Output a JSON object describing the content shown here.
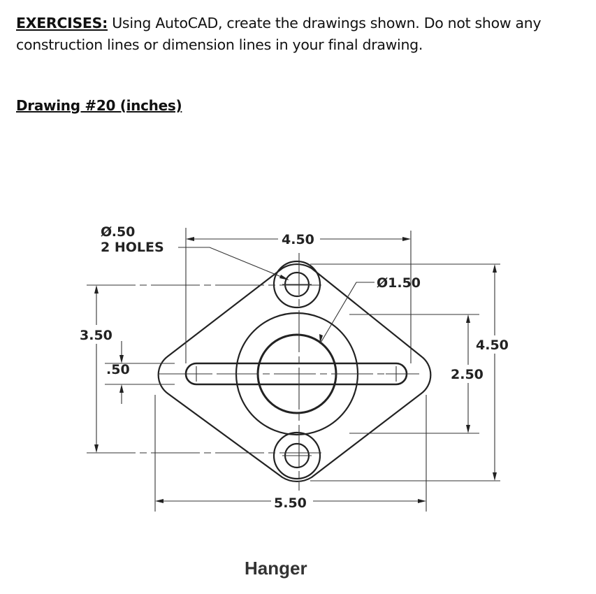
{
  "instructions": {
    "lead": "EXERCISES:",
    "text": " Using AutoCAD, create the drawings shown.  Do not show any construction lines or dimension lines in your final drawing."
  },
  "drawing_title": "Drawing #20 (inches)",
  "dimensions": {
    "hole_dia": "Ø.50",
    "hole_count": "2  HOLES",
    "top_width": "4.50",
    "center_dia": "Ø1.50",
    "left_height": "3.50",
    "slot_width": ".50",
    "right_height": "4.50",
    "right_inner": "2.50",
    "bottom_width": "5.50"
  },
  "part_name": "Hanger"
}
